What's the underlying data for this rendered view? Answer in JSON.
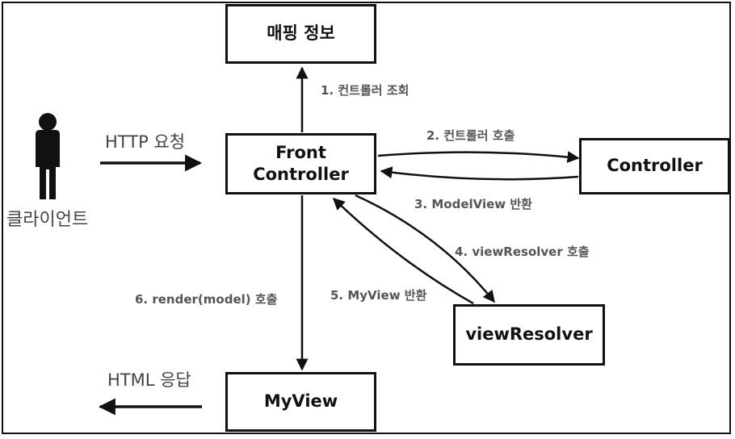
{
  "boxes": {
    "mapping": "매핑 정보",
    "front_line1": "Front",
    "front_line2": "Controller",
    "controller": "Controller",
    "view_resolver": "viewResolver",
    "my_view": "MyView"
  },
  "actor": {
    "label": "클라이언트"
  },
  "labels": {
    "http_request": "HTTP 요청",
    "html_response": "HTML 응답",
    "step1": "1. 컨트롤러 조회",
    "step2": "2. 컨트롤러 호출",
    "step3": "3. ModelView 반환",
    "step4": "4. viewResolver 호출",
    "step5": "5. MyView 반환",
    "step6": "6. render(model) 호출"
  },
  "colors": {
    "stroke": "#111111",
    "label": "#555555"
  }
}
